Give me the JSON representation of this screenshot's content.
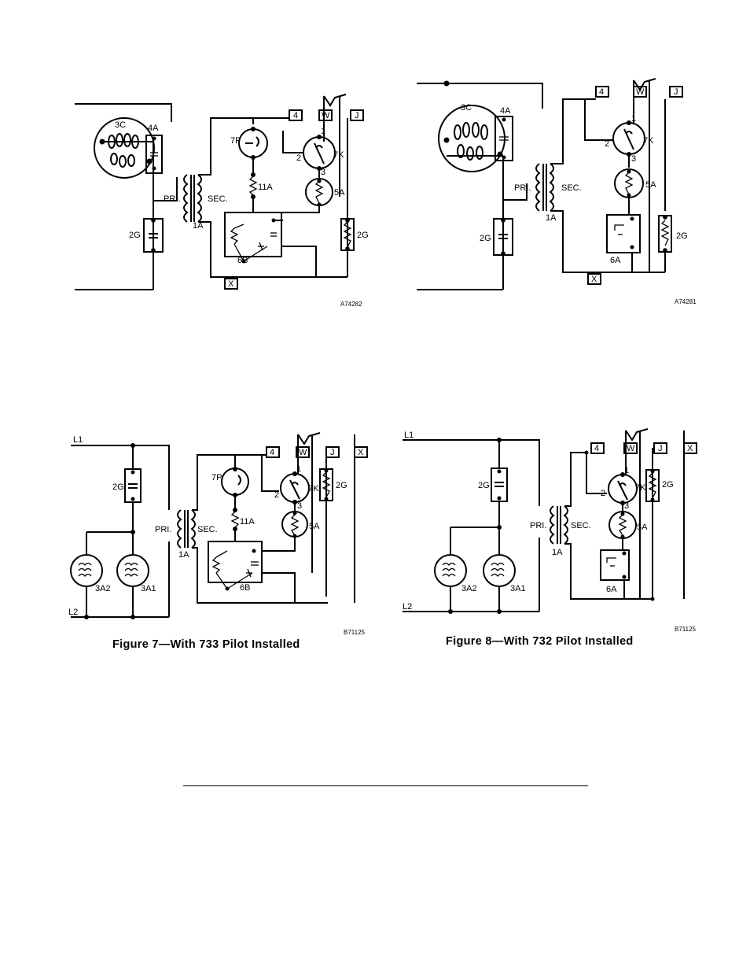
{
  "labels": {
    "c3": "3C",
    "a4": "4A",
    "g2": "2G",
    "pri": "PRI.",
    "sec": "SEC.",
    "a1": "1A",
    "p7": "7P",
    "k7": "7K",
    "a11": "11A",
    "a5": "5A",
    "b6": "6B",
    "a6": "6A",
    "t4": "4",
    "tw": "W",
    "tj": "J",
    "tx": "X",
    "n1": "1",
    "n2": "2",
    "n3": "3",
    "l1": "L1",
    "l2": "L2",
    "a32": "3A2",
    "a31": "3A1"
  },
  "codes": {
    "tl": "A74282",
    "tr": "A74281",
    "bl": "B71125",
    "br": "B71125"
  },
  "captions": {
    "fig7": "Figure 7—With 733 Pilot Installed",
    "fig8": "Figure 8—With 732 Pilot Installed"
  }
}
